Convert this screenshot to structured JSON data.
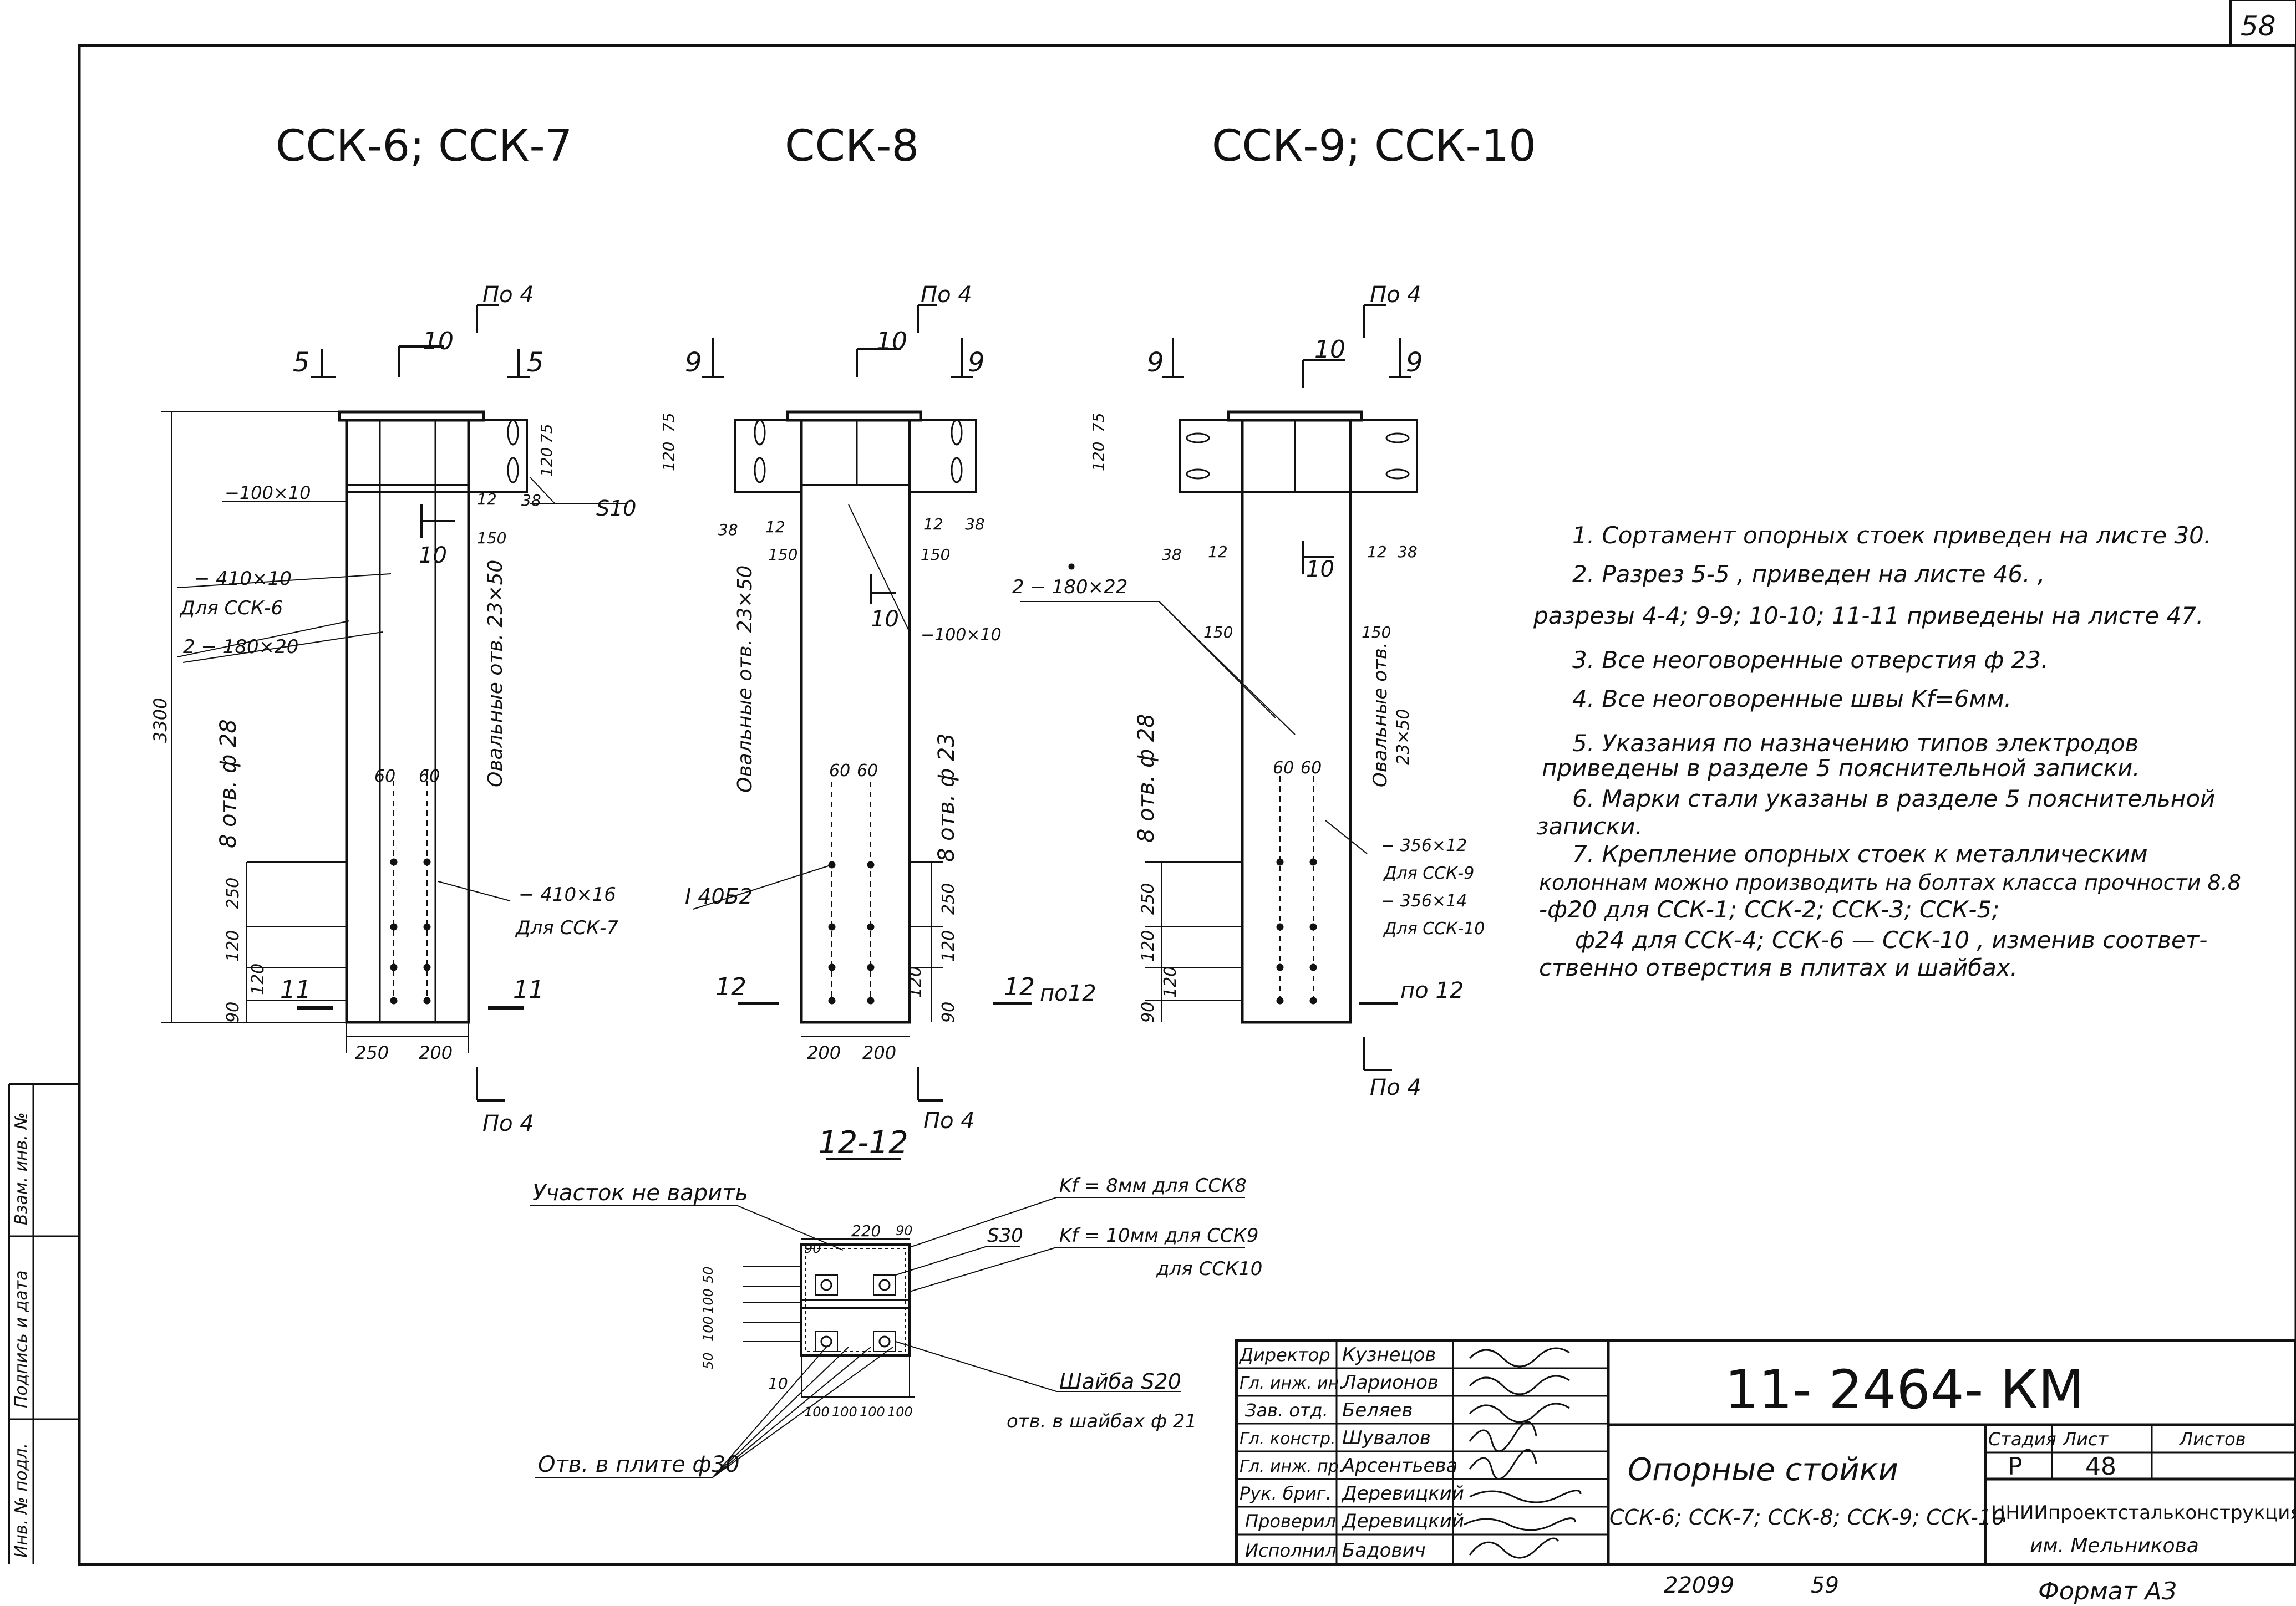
{
  "sheet": {
    "sheet_number": "58",
    "drawing_code": "11-2464-KM",
    "bottom_left_num": "22099",
    "bottom_mid_num": "59",
    "format_label": "Формат А3"
  },
  "views": {
    "left": {
      "title": "ССК-6; ССК-7",
      "cut_5_left": "5",
      "cut_5_right": "5",
      "cut_10": "10",
      "ref_top": "По 4",
      "ref_bottom": "По 4",
      "dim_height": "3300",
      "dim_75": "75",
      "dim_120_top": "120",
      "dim_12": "12",
      "dim_38": "38",
      "dim_150": "150",
      "weld_s10": "S10",
      "plate_100x10": "−100×10",
      "plate_410x10": "− 410×10",
      "for_ssk6": "Для ССК-6",
      "plate_2_180x20": "2 − 180×20",
      "holes_oval": "Овальные отв. 23×50",
      "holes_8": "8 отв. ф 28",
      "dim_60a": "60",
      "dim_60b": "60",
      "dim_250": "250",
      "dim_120_mid": "120",
      "dim_120_low": "120",
      "dim_90": "90",
      "plate_410x16": "− 410×16",
      "for_ssk7": "Для ССК-7",
      "cut_11_left": "11",
      "cut_11_right": "11",
      "dim_bottom_250": "250",
      "dim_bottom_200": "200",
      "cut_10_mid": "10"
    },
    "middle": {
      "title": "ССК-8",
      "cut_9_left": "9",
      "cut_9_right": "9",
      "cut_10": "10",
      "ref_top": "По 4",
      "ref_bottom": "По 4",
      "dim_120": "120",
      "dim_75": "75",
      "dim_38a": "38",
      "dim_12a": "12",
      "dim_150a": "150",
      "dim_12b": "12",
      "dim_38b": "38",
      "dim_150b": "150",
      "holes_oval": "Овальные отв. 23×50",
      "cut_10_mid": "10",
      "plate_100x10": "−100×10",
      "holes_8": "8 отв. ф 23",
      "dim_60a": "60",
      "dim_60b": "60",
      "beam": "I 40Б2",
      "dim_250": "250",
      "dim_120a": "120",
      "dim_120b": "120",
      "dim_90": "90",
      "cut_12_left": "12",
      "cut_12_right": "12",
      "ref_12": "по12",
      "dim_200a": "200",
      "dim_200b": "200"
    },
    "right": {
      "title": "ССК-9; ССК-10",
      "cut_9_left": "9",
      "cut_9_right": "9",
      "cut_10": "10",
      "ref_top": "По 4",
      "ref_bottom": "По 4",
      "dim_120": "120",
      "dim_75": "75",
      "dim_38a": "38",
      "dim_12a": "12",
      "dim_12b": "12",
      "dim_38b": "38",
      "plate_2_180x22": "2 − 180×22",
      "dim_150a": "150",
      "dim_150b": "150",
      "holes_oval": "Овальные отв.",
      "holes_oval2": "23×50",
      "cut_10_mid": "10",
      "holes_8": "8 отв. ф 28",
      "dim_60a": "60",
      "dim_60b": "60",
      "plate_356x12": "− 356×12",
      "for_ssk9": "Для ССК-9",
      "plate_356x14": "− 356×14",
      "for_ssk10": "Для ССК-10",
      "dim_250": "250",
      "dim_120a": "120",
      "dim_120b": "120",
      "dim_90": "90",
      "ref_12": "по 12"
    }
  },
  "notes": [
    "1. Сортамент опорных стоек приведен на листе 30.",
    "2. Разрез 5-5 , приведен на листе 46. ,",
    "разрезы 4-4; 9-9; 10-10; 11-11 приведены на листе 47.",
    "3. Все неоговоренные отверстия ф 23.",
    "4. Все неоговоренные швы Kf=6мм.",
    "5. Указания по назначению типов электродов",
    "приведены в разделе 5 пояснительной записки.",
    "6. Марки стали указаны в разделе 5 пояснительной",
    "записки.",
    "7. Крепление опорных стоек к металлическим",
    "колоннам можно производить на болтах класса прочности 8.8",
    "-ф20 для ССК-1; ССК-2; ССК-3; ССК-5;",
    "ф24 для ССК-4; ССК-6 — ССК-10 , изменив соответ-",
    "ственно отверстия в плитах и шайбах."
  ],
  "section_12": {
    "title": "12-12",
    "no_weld": "Участок не варить",
    "kf8": "Kf = 8мм для ССК8",
    "kf10": "Kf = 10мм для ССК9",
    "kf10b": "для ССК10",
    "s30": "S30",
    "washer": "Шайба S20",
    "washer_holes": "отв. в шайбах ф 21",
    "plate_holes": "Отв. в плите ф30",
    "dim_220": "220",
    "dim_90a": "90",
    "dim_90b": "90",
    "dim_50a": "50",
    "dim_100a": "100",
    "dim_100b": "100",
    "dim_50b": "50",
    "dim_10": "10",
    "dim_100c": "100",
    "dim_100d": "100",
    "dim_100e": "100",
    "dim_100f": "100"
  },
  "title_block": {
    "roles": [
      "Директор",
      "Гл. инж. ин.",
      "Зав. отд.",
      "Гл. констр.",
      "Гл. инж. пр.",
      "Рук. бриг.",
      "Проверил",
      "Исполнил"
    ],
    "names": [
      "Кузнецов",
      "Ларионов",
      "Беляев",
      "Шувалов",
      "Арсентьева",
      "Деревицкий",
      "Деревицкий",
      "Бадович"
    ],
    "code": "11- 2464- КМ",
    "title_line1": "Опорные стойки",
    "title_line2": "ССК-6; ССК-7; ССК-8; ССК-9; ССК-10",
    "stage_label": "Стадия",
    "sheet_label": "Лист",
    "sheets_label": "Листов",
    "stage_value": "Р",
    "sheet_value": "48",
    "org_line1": "ЦНИИпроектстальконструкция",
    "org_line2": "им. Мельникова"
  },
  "left_margin": {
    "inv_no": "Инв. № подл.",
    "sign_date": "Подпись и дата",
    "replace_inv": "Взам. инв. №"
  }
}
